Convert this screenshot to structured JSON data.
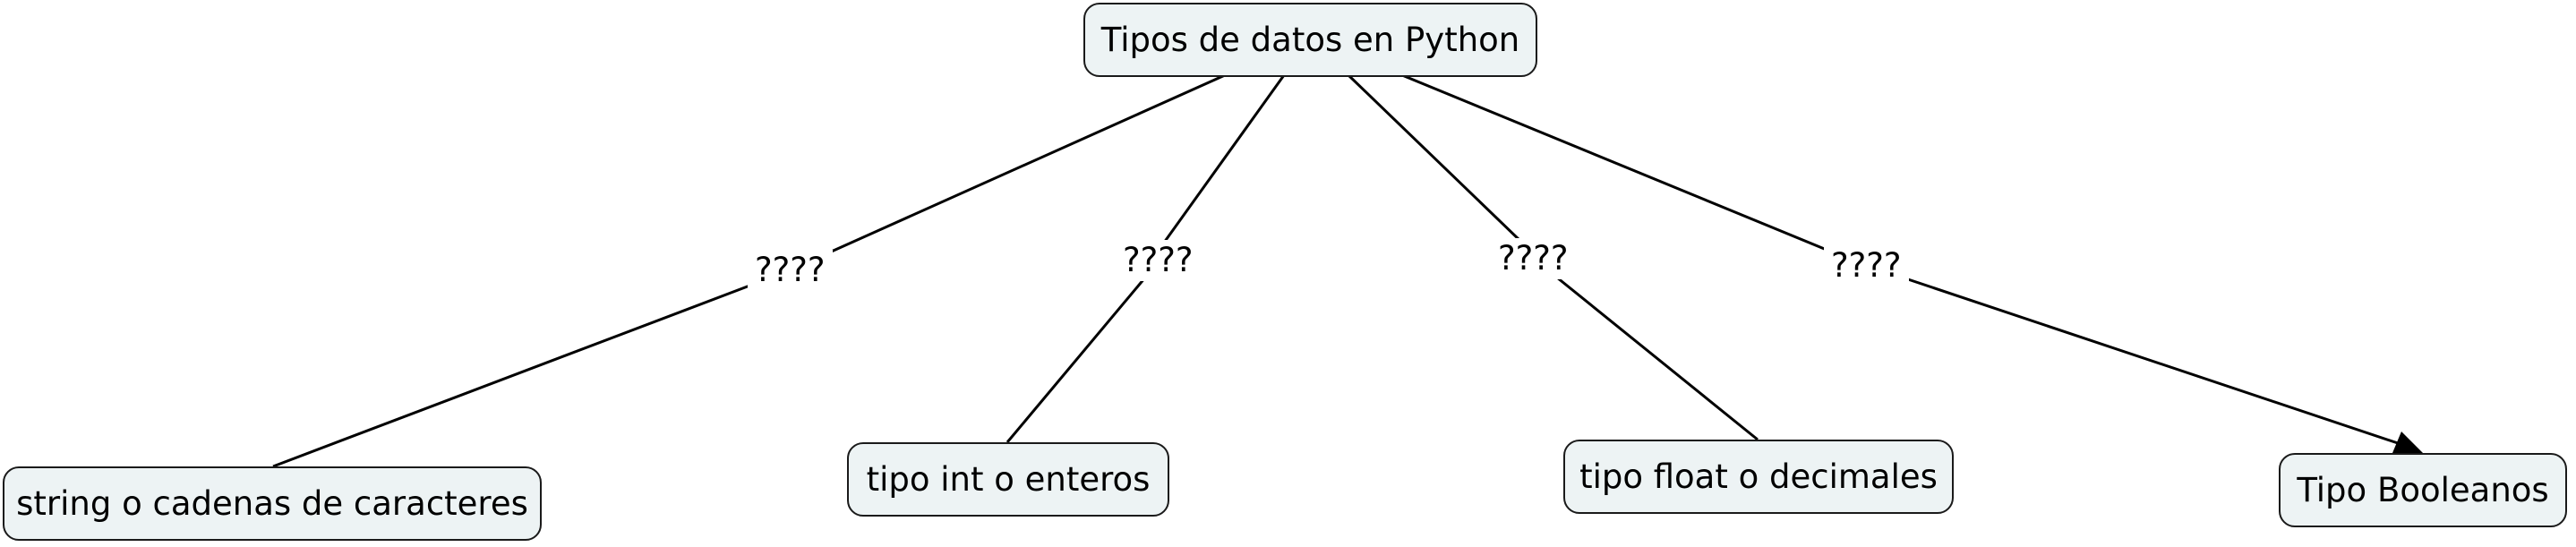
{
  "root": {
    "label": "Tipos de datos en Python"
  },
  "children": [
    {
      "label": "string o cadenas de caracteres",
      "link_label": "????"
    },
    {
      "label": "tipo int o enteros",
      "link_label": "????"
    },
    {
      "label": "tipo float o decimales",
      "link_label": "????"
    },
    {
      "label": "Tipo Booleanos",
      "link_label": "????"
    }
  ],
  "colors": {
    "node_fill": "#edf3f4",
    "node_border": "#1a1a1a",
    "line": "#000000"
  }
}
